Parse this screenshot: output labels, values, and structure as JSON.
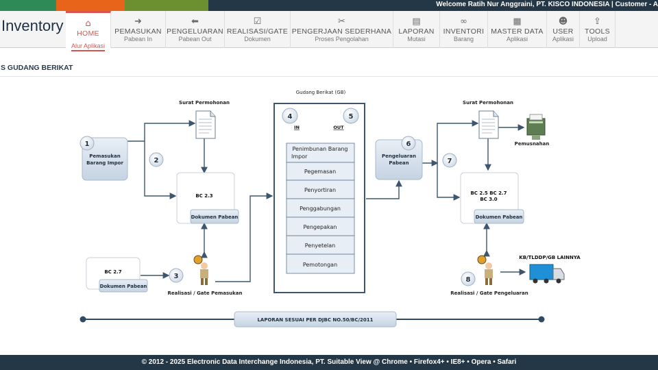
{
  "topbar": {
    "welcome": "Welcome Ratih Nur Anggraini, PT. KISCO INDONESIA | Customer - A",
    "colors": [
      "#2e8b57",
      "#e8641b",
      "#6c8f2f"
    ]
  },
  "app": {
    "title": "Inventory"
  },
  "menu": [
    {
      "label": "HOME",
      "sub": "Alur Aplikasi",
      "icon": "home-icon",
      "glyph": "⌂",
      "active": true
    },
    {
      "label": "PEMASUKAN",
      "sub": "Pabean In",
      "icon": "arrow-circle-right-icon",
      "glyph": "➜"
    },
    {
      "label": "PENGELUARAN",
      "sub": "Pabean Out",
      "icon": "arrow-circle-left-icon",
      "glyph": "⬅"
    },
    {
      "label": "REALISASI/GATE",
      "sub": "Dokumen",
      "icon": "check-square-icon",
      "glyph": "☑"
    },
    {
      "label": "PENGERJAAN SEDERHANA",
      "sub": "Proses Pengolahan",
      "icon": "scissors-icon",
      "glyph": "✂"
    },
    {
      "label": "LAPORAN",
      "sub": "Mutasi",
      "icon": "file-icon",
      "glyph": "▤"
    },
    {
      "label": "INVENTORI",
      "sub": "Barang",
      "icon": "link-icon",
      "glyph": "∞"
    },
    {
      "label": "MASTER DATA",
      "sub": "Aplikasi",
      "icon": "table-icon",
      "glyph": "▦"
    },
    {
      "label": "USER",
      "sub": "Aplikasi",
      "icon": "user-icon",
      "glyph": "☻"
    },
    {
      "label": "TOOLS",
      "sub": "Upload",
      "icon": "upload-icon",
      "glyph": "⇪"
    }
  ],
  "page": {
    "title": "S GUDANG BERIKAT"
  },
  "diagram": {
    "gb_title": "Gudang Berikat (GB)",
    "in_label": "IN",
    "out_label": "OUT",
    "processes": [
      "Penimbunan Barang Impor",
      "Pegemasan",
      "Penyortiran",
      "Penggabungan",
      "Pengepakan",
      "Penyetelan",
      "Pemotongan"
    ],
    "steps": [
      "1",
      "2",
      "3",
      "4",
      "5",
      "6",
      "7",
      "8"
    ],
    "pemasukan_box": "Pemasukan Barang Impor",
    "surat_left": "Surat Permohonan",
    "bc23": "BC 2.3",
    "dok_pabean": "Dokumen Pabean",
    "bc27": "BC 2.7",
    "realisasi_in": "Realisasi / Gate Pemasukan",
    "pengeluaran_box": "Pengeluaran Pabean",
    "surat_right": "Surat Permohonan",
    "pemusnahan": "Pemusnahan",
    "bc_out": "BC 2.5 BC 2.7 BC 3.0",
    "kb": "KB/TLDDP/GB LAINNYA",
    "realisasi_out": "Realisasi / Gate Pengeluaran",
    "laporan": "LAPORAN SESUAI PER DJBC NO.50/BC/2011"
  },
  "footer": {
    "text": "© 2012 - 2025 Electronic Data Interchange Indonesia, PT.    Suitable View @ Chrome • Firefox4+ • IE8+ • Opera • Safari"
  }
}
